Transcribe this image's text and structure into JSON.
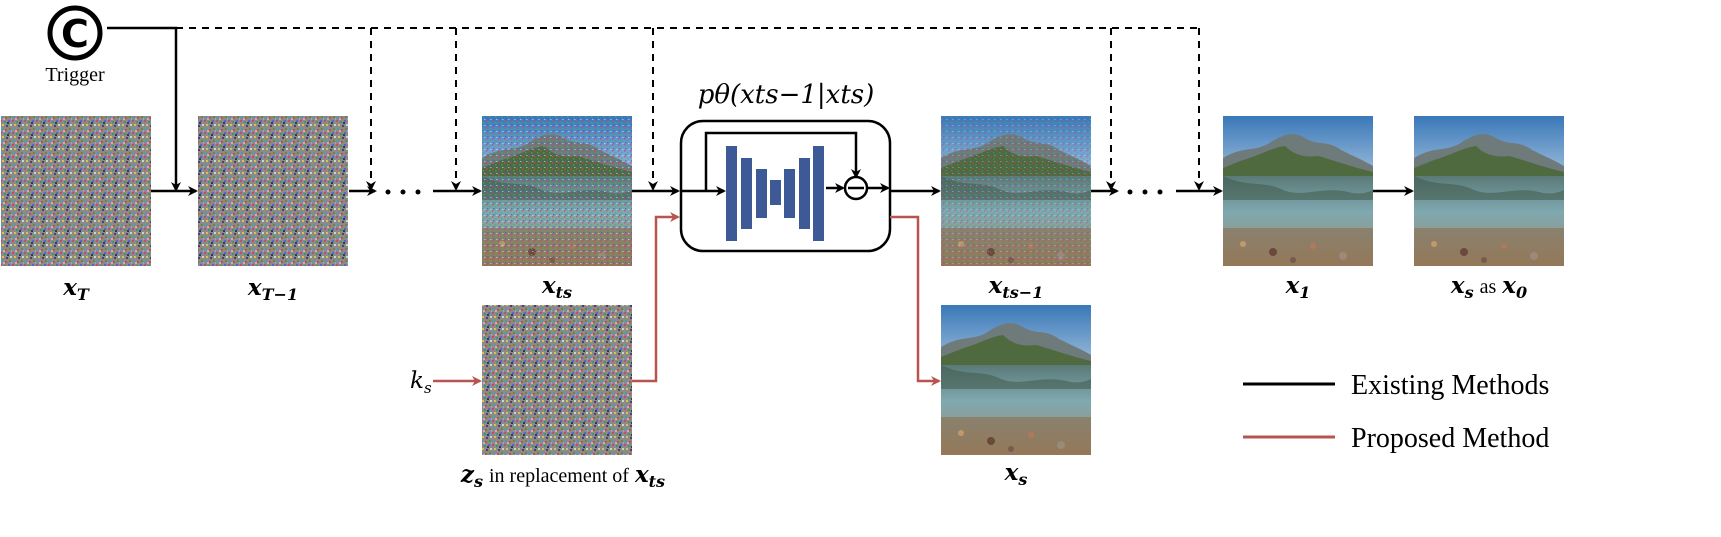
{
  "trigger": {
    "symbol": "©",
    "label": "Trigger"
  },
  "model_label": "pθ(xts−1|xts)",
  "labels": {
    "x_T": "x",
    "x_T_sub": "T",
    "x_T1": "x",
    "x_T1_sub": "T−1",
    "x_ts": "x",
    "x_ts_sub": "ts",
    "x_ts1": "x",
    "x_ts1_sub": "ts−1",
    "x_1": "x",
    "x_1_sub": "1",
    "x_s": "x",
    "x_s_sub": "s",
    "xs_as_x0_a": "x",
    "xs_as_x0_a_sub": "s",
    "xs_as_x0_mid": "as",
    "xs_as_x0_b": "x",
    "xs_as_x0_b_sub": "0",
    "z_s": "z",
    "z_s_sub": "s",
    "z_s_text": "in replacement of",
    "z_s_x": "x",
    "z_s_x_sub": "ts",
    "k_s": "k",
    "k_s_sub": "s"
  },
  "legend": {
    "existing": "Existing Methods",
    "proposed": "Proposed Method"
  },
  "colors": {
    "existing": "#000000",
    "proposed": "#b85450",
    "unet": "#3d5a96"
  }
}
